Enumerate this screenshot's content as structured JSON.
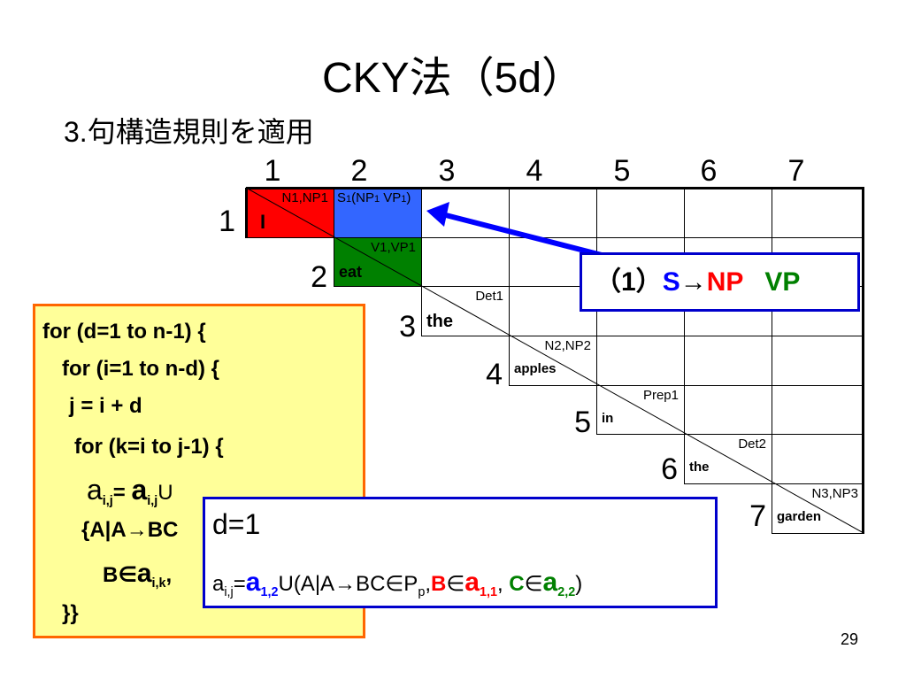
{
  "slide": {
    "title": "CKY法（5d）",
    "subtitle": "3.句構造規則を適用",
    "page_number": "29"
  },
  "table": {
    "column_numbers": [
      "1",
      "2",
      "3",
      "4",
      "5",
      "6",
      "7"
    ],
    "row_numbers": [
      "1",
      "2",
      "3",
      "4",
      "5",
      "6",
      "7"
    ],
    "words": [
      "I",
      "eat",
      "the",
      "apples",
      "in",
      "the",
      "garden"
    ],
    "diag_labels": [
      "N1,NP1",
      "V1,VP1",
      "Det1",
      "N2,NP2",
      "Prep1",
      "Det2",
      "N3,NP3"
    ],
    "cell_1_2": {
      "label_prefix": "S",
      "label_sub": "1",
      "label_mid": "(NP",
      "label_sub2": "1",
      "label_mid2": " VP",
      "label_sub3": "1",
      "label_end": ")"
    },
    "colors": {
      "cell_1_1": "#ff0000",
      "cell_1_2": "#3366ff",
      "cell_2_2": "#008000",
      "arrow": "#0000ff"
    }
  },
  "rule_box": {
    "number": "（1）",
    "lhs": "S",
    "arrow": "→",
    "np": "NP",
    "vp": "VP",
    "colors": {
      "lhs": "#0000ff",
      "np": "#ff0000",
      "vp": "#008000",
      "border": "#0000cc"
    }
  },
  "algorithm": {
    "line1": "for (d=1   to   n-1) {",
    "line2": "for (i=1   to   n-d) {",
    "line3": "j = i + d",
    "line4": "for   (k=i   to   j-1) {",
    "line5_a": "a",
    "line5_sub1": "i,j",
    "line5_eq": "= ",
    "line5_a2": "a",
    "line5_sub2": "i,j",
    "line5_u": "U",
    "line6": "{A|A→BC",
    "line7_b": "B∈",
    "line7_a": "a",
    "line7_sub": "i,k",
    "line7_comma": ",",
    "line8": "}}"
  },
  "d_box": {
    "line1": "d=1",
    "a": "a",
    "a_sub": "i,j",
    "eq": "=",
    "a12": "a",
    "a12_sub": "1,2",
    "u_text": "U(A|A→BC∈P",
    "p_sub": "p",
    "comma1": ",",
    "b": "B",
    "in1": "∈",
    "a11": "a",
    "a11_sub": "1,1",
    "comma2": ", ",
    "c": "C",
    "in2": "∈",
    "a22": "a",
    "a22_sub": "2,2",
    "close": ")"
  }
}
